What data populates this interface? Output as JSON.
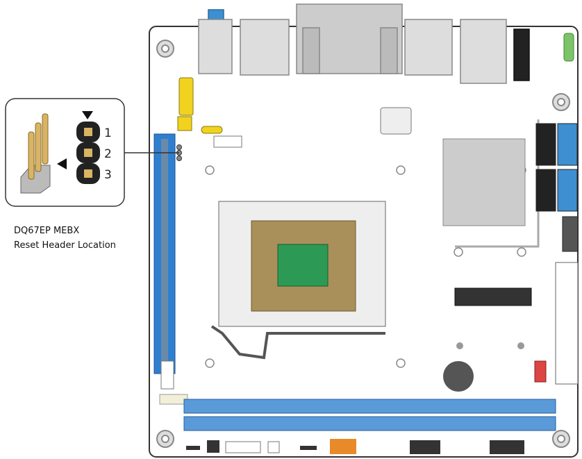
{
  "caption": {
    "model": "DQ67EP MEBX",
    "description": "Reset Header Location"
  },
  "callout": {
    "pins": [
      "1",
      "2",
      "3"
    ]
  },
  "colors": {
    "board": "#ffffff",
    "pcie_slot": "#2f7fd0",
    "dimm": "#5b9ad8",
    "header_yellow": "#f1d21e",
    "pin_gold": "#d8b464"
  }
}
